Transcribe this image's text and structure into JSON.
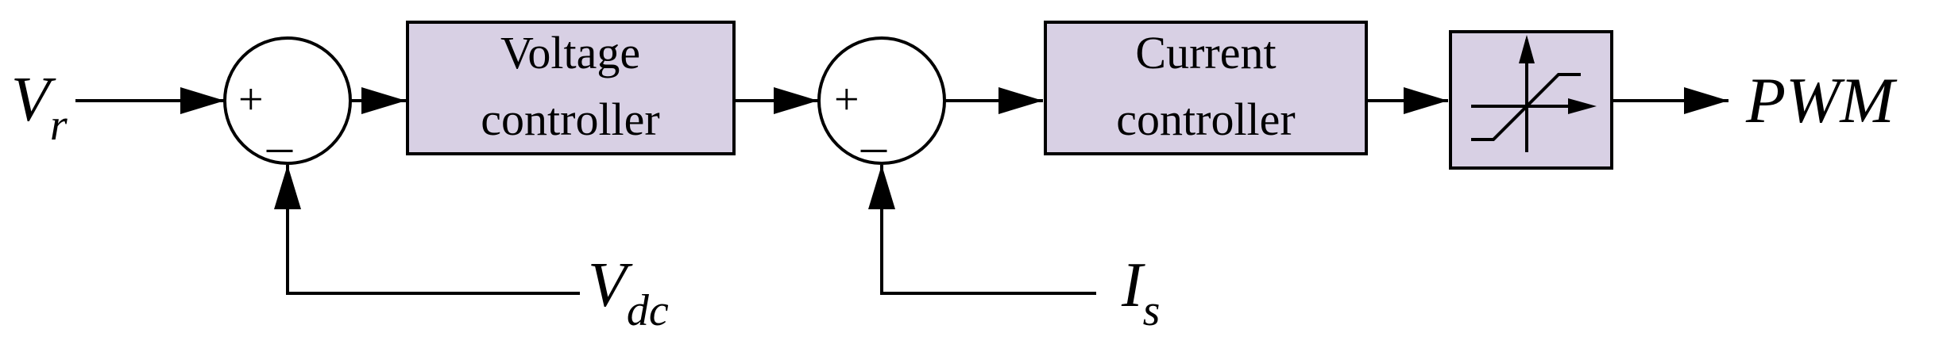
{
  "colors": {
    "block_fill": "#d8d0e4",
    "stroke": "#000000",
    "background": "#ffffff"
  },
  "signals": {
    "vr": {
      "main": "V",
      "sub": "r"
    },
    "vdc": {
      "main": "V",
      "sub": "dc"
    },
    "is": {
      "main": "I",
      "sub": "s"
    },
    "pwm": "PWM"
  },
  "summers": {
    "one": {
      "plus": "+",
      "minus": "_"
    },
    "two": {
      "plus": "+",
      "minus": "_"
    }
  },
  "blocks": {
    "voltage": {
      "line1": "Voltage",
      "line2": "controller"
    },
    "current": {
      "line1": "Current",
      "line2": "controller"
    },
    "saturation": {
      "icon": "saturation-icon"
    }
  }
}
